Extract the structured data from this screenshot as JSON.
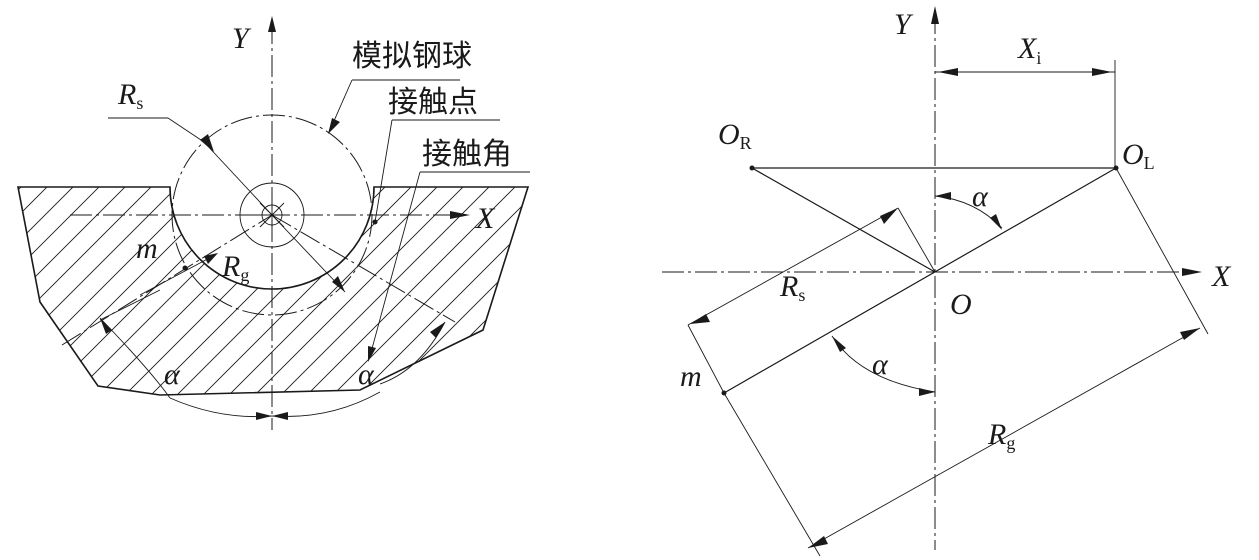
{
  "left_diagram": {
    "axis_y": "Y",
    "axis_x": "X",
    "label_rs": "R",
    "label_rs_sub": "s",
    "label_rg": "R",
    "label_rg_sub": "g",
    "label_m": "m",
    "label_alpha_left": "α",
    "label_alpha_right": "α",
    "callout_ball": "模拟钢球",
    "callout_contact_point": "接触点",
    "callout_contact_angle": "接触角"
  },
  "right_diagram": {
    "axis_y": "Y",
    "axis_x": "X",
    "label_xi": "X",
    "label_xi_sub": "i",
    "label_or": "O",
    "label_or_sub": "R",
    "label_ol": "O",
    "label_ol_sub": "L",
    "label_o": "O",
    "label_alpha_top": "α",
    "label_alpha_bottom": "α",
    "label_rs": "R",
    "label_rs_sub": "s",
    "label_rg": "R",
    "label_rg_sub": "g",
    "label_m": "m"
  }
}
